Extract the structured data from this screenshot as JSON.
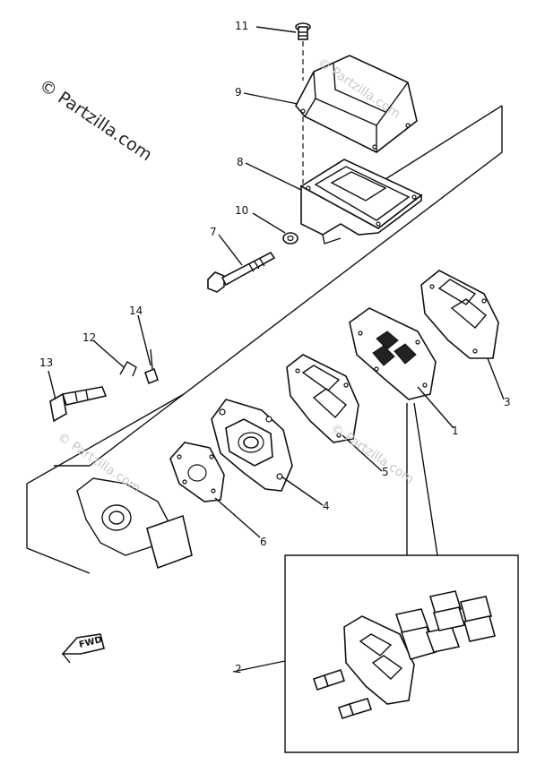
{
  "watermark": {
    "main": "© Partzilla.com",
    "repeat": "© Partzilla.com"
  },
  "callouts": [
    {
      "id": "11",
      "label": "11"
    },
    {
      "id": "9",
      "label": "9"
    },
    {
      "id": "8",
      "label": "8"
    },
    {
      "id": "10",
      "label": "10"
    },
    {
      "id": "7",
      "label": "7"
    },
    {
      "id": "14",
      "label": "14"
    },
    {
      "id": "12",
      "label": "12"
    },
    {
      "id": "13",
      "label": "13"
    },
    {
      "id": "3",
      "label": "3"
    },
    {
      "id": "1",
      "label": "1"
    },
    {
      "id": "5",
      "label": "5"
    },
    {
      "id": "4",
      "label": "4"
    },
    {
      "id": "6",
      "label": "6"
    },
    {
      "id": "2",
      "label": "2"
    }
  ],
  "fwd_label": "FWD"
}
